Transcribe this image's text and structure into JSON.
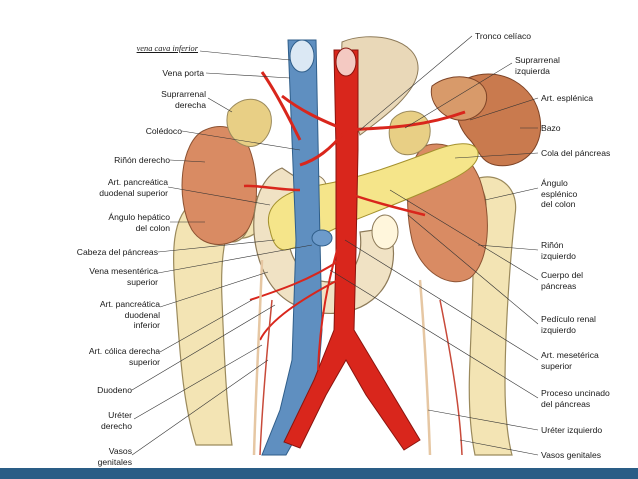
{
  "figure": {
    "colors": {
      "artery": "#d9261c",
      "vein": "#5f8fc0",
      "pancreas": "#f5e58a",
      "kidney": "#d98b63",
      "spleen": "#c97a4e",
      "colon": "#f3e4b4",
      "adrenal": "#e8cf85",
      "band": "#2a5d86"
    },
    "labels_left": [
      {
        "id": "vena-cava-inferior",
        "lines": [
          "vena cava inferior"
        ]
      },
      {
        "id": "vena-porta",
        "lines": [
          "Vena porta"
        ]
      },
      {
        "id": "suprarrenal-derecha",
        "lines": [
          "Suprarrenal",
          "derecha"
        ]
      },
      {
        "id": "coledoco",
        "lines": [
          "Colédoco"
        ]
      },
      {
        "id": "rinon-derecho",
        "lines": [
          "Riñón derecho"
        ]
      },
      {
        "id": "art-pancreatica-duodenal-superior",
        "lines": [
          "Art. pancreática",
          "duodenal superior"
        ]
      },
      {
        "id": "angulo-hepatico",
        "lines": [
          "Ángulo hepático",
          "del colon"
        ]
      },
      {
        "id": "cabeza-pancreas",
        "lines": [
          "Cabeza del páncreas"
        ]
      },
      {
        "id": "vena-mesenterica-superior",
        "lines": [
          "Vena mesentérica",
          "superior"
        ]
      },
      {
        "id": "art-pancreatica-duodenal-inferior",
        "lines": [
          "Art. pancreática",
          "duodenal",
          "inferior"
        ]
      },
      {
        "id": "art-colica-derecha",
        "lines": [
          "Art. cólica derecha",
          "superior"
        ]
      },
      {
        "id": "duodeno",
        "lines": [
          "Duodeno"
        ]
      },
      {
        "id": "ureter-derecho",
        "lines": [
          "Uréter",
          "derecho"
        ]
      },
      {
        "id": "vasos-genitales-izq",
        "lines": [
          "Vasos",
          "genitales"
        ]
      }
    ],
    "labels_right": [
      {
        "id": "tronco-celiaco",
        "lines": [
          "Tronco celíaco"
        ]
      },
      {
        "id": "suprarrenal-izquierda",
        "lines": [
          "Suprarrenal",
          "izquierda"
        ]
      },
      {
        "id": "art-esplenica",
        "lines": [
          "Art. esplénica"
        ]
      },
      {
        "id": "bazo",
        "lines": [
          "Bazo"
        ]
      },
      {
        "id": "cola-pancreas",
        "lines": [
          "Cola del páncreas"
        ]
      },
      {
        "id": "angulo-esplenico",
        "lines": [
          "Ángulo",
          "esplénico",
          "del colon"
        ]
      },
      {
        "id": "rinon-izquierdo",
        "lines": [
          "Riñón",
          "izquierdo"
        ]
      },
      {
        "id": "cuerpo-pancreas",
        "lines": [
          "Cuerpo del",
          "páncreas"
        ]
      },
      {
        "id": "pediculo-renal",
        "lines": [
          "Pedículo renal",
          "izquierdo"
        ]
      },
      {
        "id": "art-mesenterica",
        "lines": [
          "Art. mesetérica",
          "superior"
        ]
      },
      {
        "id": "proceso-uncinado",
        "lines": [
          "Proceso uncinado",
          "del páncreas"
        ]
      },
      {
        "id": "ureter-izquierdo",
        "lines": [
          "Uréter izquierdo"
        ]
      },
      {
        "id": "vasos-genitales-der",
        "lines": [
          "Vasos genitales"
        ]
      }
    ]
  }
}
